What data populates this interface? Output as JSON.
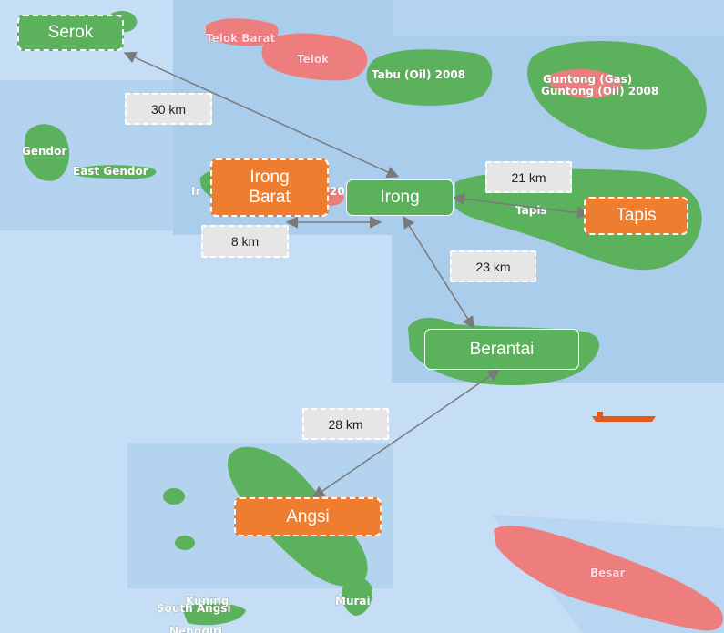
{
  "map": {
    "colors": {
      "water": "#c5def5",
      "water_dark": "#abcdec",
      "field": "#5cb15c",
      "field_alt": "#ee7d7d",
      "node_green": "#5cb15c",
      "node_orange": "#ee7d30",
      "edge": "#7a7a7a"
    },
    "map_labels": {
      "telok_barat": "Telok Barat",
      "telok": "Telok",
      "tabu": "Tabu (Oil) 2008",
      "guntong_gas": "Guntong (Gas)",
      "guntong_oil": "Guntong (Oil) 2008",
      "gendor": "Gendor",
      "east_gendor": "East Gendor",
      "irong_partial": "Ir",
      "irong_barat_partial": "20",
      "tapis_partial": "Tapis",
      "besar": "Besar",
      "kuning": "Kuning",
      "south_angsi": "South Angsi",
      "murai": "Murai",
      "bottom_partial": "Nenggiri"
    },
    "nodes": {
      "serok": "Serok",
      "irong_barat": "Irong\nBarat",
      "irong": "Irong",
      "tapis": "Tapis",
      "berantai": "Berantai",
      "angsi": "Angsi"
    },
    "distances": {
      "serok_irong": "30 km",
      "irong_tapis": "21 km",
      "irongbarat_irong": "8 km",
      "irong_berantai": "23 km",
      "berantai_angsi": "28 km"
    }
  }
}
